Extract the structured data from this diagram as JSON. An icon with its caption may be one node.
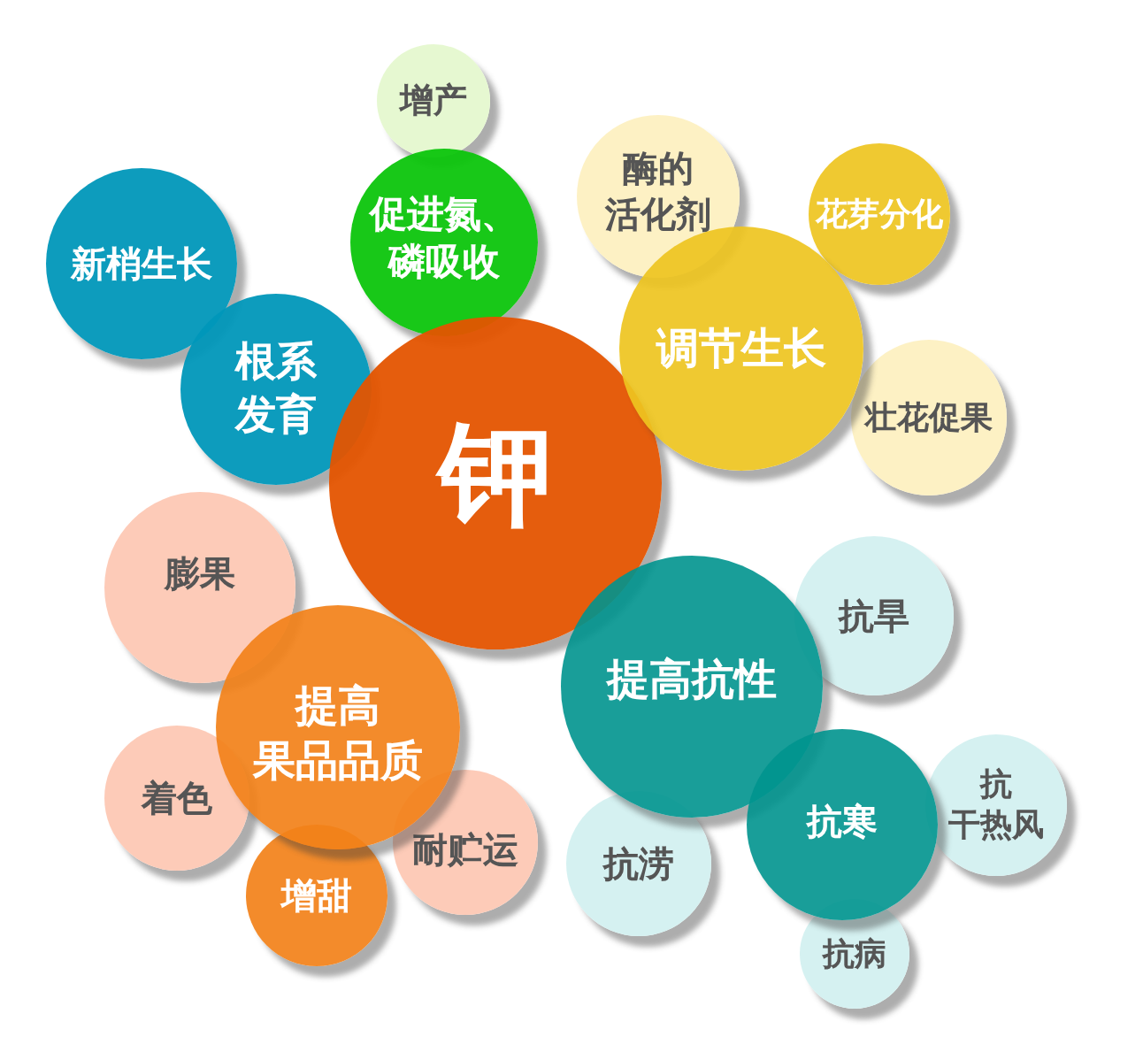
{
  "diagram": {
    "nodes": [
      {
        "text": [
          "增产"
        ]
      },
      {
        "text": [
          "酶的活化剂"
        ]
      },
      {
        "text": [
          "花芽分化"
        ]
      },
      {
        "text": [
          "促进氮、磷吸收"
        ]
      },
      {
        "text": [
          "新梢生长"
        ]
      },
      {
        "text": [
          "调节生长"
        ]
      },
      {
        "text": [
          "根系发育"
        ]
      },
      {
        "text": [
          "壮花促果"
        ]
      },
      {
        "text": [
          "钾"
        ]
      },
      {
        "text": [
          "膨果"
        ]
      },
      {
        "text": [
          "抗旱"
        ]
      },
      {
        "text": [
          "提高抗性"
        ]
      },
      {
        "text": [
          "提高果品品质"
        ]
      },
      {
        "text": [
          "着色"
        ]
      },
      {
        "text": [
          "抗干热风"
        ]
      },
      {
        "text": [
          "抗寒"
        ]
      },
      {
        "text": [
          "耐贮运"
        ]
      },
      {
        "text": [
          "抗涝"
        ]
      },
      {
        "text": [
          "增甜"
        ]
      },
      {
        "text": [
          "抗病"
        ]
      }
    ]
  }
}
